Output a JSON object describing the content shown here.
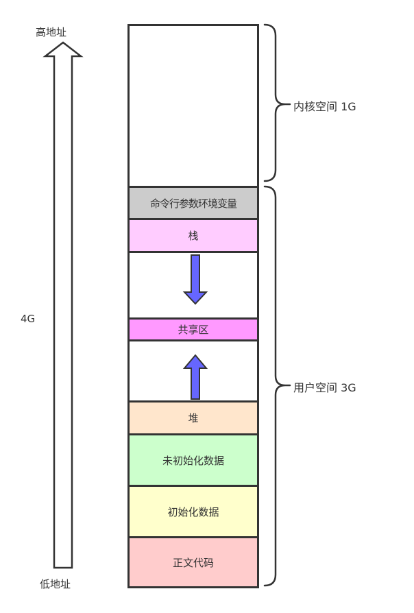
{
  "left_axis": {
    "high_label": "高地址",
    "low_label": "低地址",
    "size_label": "4G"
  },
  "segments": [
    {
      "label": "",
      "color": "#ffffff"
    },
    {
      "label": "命令行参数环境变量",
      "color": "#cccccc"
    },
    {
      "label": "栈",
      "color": "#ffccff"
    },
    {
      "label": "",
      "color": "#ffffff"
    },
    {
      "label": "共享区",
      "color": "#ff99ff"
    },
    {
      "label": "",
      "color": "#ffffff"
    },
    {
      "label": "堆",
      "color": "#ffe6cc"
    },
    {
      "label": "未初始化数据",
      "color": "#ccffcc"
    },
    {
      "label": "初始化数据",
      "color": "#ffffcc"
    },
    {
      "label": "正文代码",
      "color": "#ffcccc"
    }
  ],
  "braces": {
    "kernel": "内核空间 1G",
    "user": "用户空间 3G"
  },
  "colors": {
    "stroke": "#333333",
    "arrow_fill": "#6666ff"
  }
}
